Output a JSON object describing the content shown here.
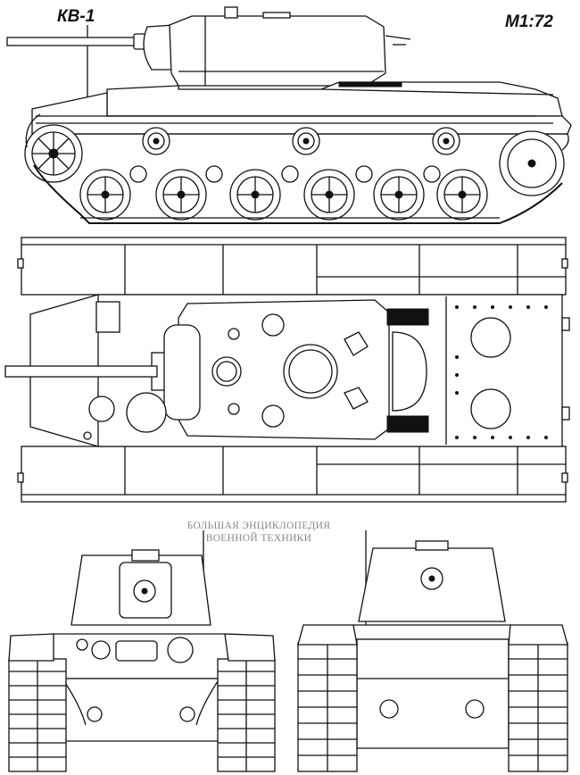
{
  "drawing": {
    "model_label": "КВ-1",
    "scale_label": "М1:72",
    "watermark": {
      "line1": "БОЛЬШАЯ ЭНЦИКЛОПЕДИЯ",
      "line2": "ВОЕННОЙ ТЕХНИКИ"
    }
  },
  "views": [
    "side-view",
    "top-view",
    "front-view",
    "rear-view"
  ]
}
